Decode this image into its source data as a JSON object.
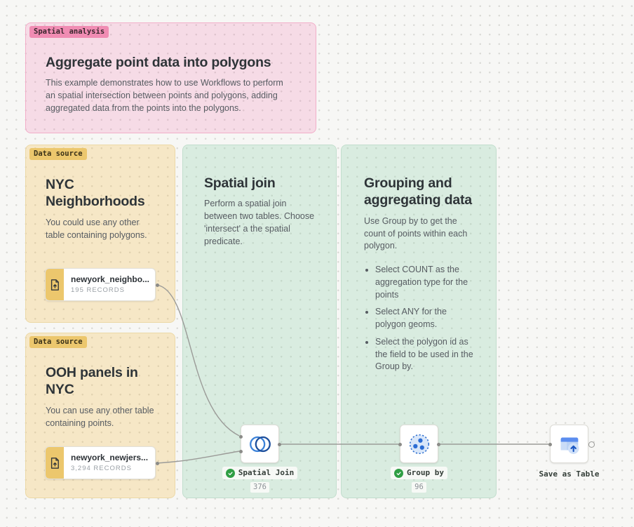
{
  "colors": {
    "canvas-bg": "#f7f7f5",
    "grid-dot": "#dbdbd7",
    "ink": "#2e3438",
    "muted": "#575c62",
    "records": "#9aa0a6",
    "wire": "#9b9b98",
    "pink-fill": "rgba(246,96,164,0.18)",
    "pink-border": "#f2aec9",
    "accent-pink": "#f08cb3",
    "amber-fill": "rgba(243,187,65,0.26)",
    "amber-border": "#ecd9a6",
    "accent-amber": "#ecc76d",
    "green-fill": "rgba(139,207,169,0.28)",
    "green-border": "#c2decd",
    "accent-green": "#2f9e44",
    "accent-blue": "#2e6fd0"
  },
  "notes": {
    "intro": {
      "tag": "Spatial analysis",
      "title": "Aggregate point data into polygons",
      "body": "This example demonstrates how to use Workflows to perform an spatial intersection between points and polygons, adding aggregated data from the points into the polygons."
    },
    "source1": {
      "tag": "Data source",
      "title": "NYC Neighborhoods",
      "body": "You could use any other table containing polygons."
    },
    "source2": {
      "tag": "Data source",
      "title": "OOH panels in NYC",
      "body": "You can use any other table containing points."
    },
    "spatial_join": {
      "title": "Spatial join",
      "body": "Perform a spatial join between two tables. Choose 'intersect' a the spatial predicate."
    },
    "grouping": {
      "title": "Grouping and aggregating data",
      "body": "Use Group by to get the count of points within each polygon.",
      "bullets": [
        "Select COUNT as the aggregation type for the points",
        "Select ANY for the polygon geoms.",
        "Select the polygon id as the field to be used in the Group by."
      ]
    }
  },
  "nodes": {
    "source1": {
      "name": "newyork_neighbo...",
      "records": "195 RECORDS",
      "icon": "file-import-icon"
    },
    "source2": {
      "name": "newyork_newjers...",
      "records": "3,294 RECORDS",
      "icon": "file-import-icon"
    },
    "spatial_join": {
      "label": "Spatial Join",
      "count": "376",
      "status": "success",
      "icon": "venn-intersect-icon"
    },
    "group_by": {
      "label": "Group by",
      "count": "96",
      "status": "success",
      "icon": "cluster-points-icon"
    },
    "save_table": {
      "label": "Save as Table",
      "icon": "save-table-icon"
    }
  }
}
